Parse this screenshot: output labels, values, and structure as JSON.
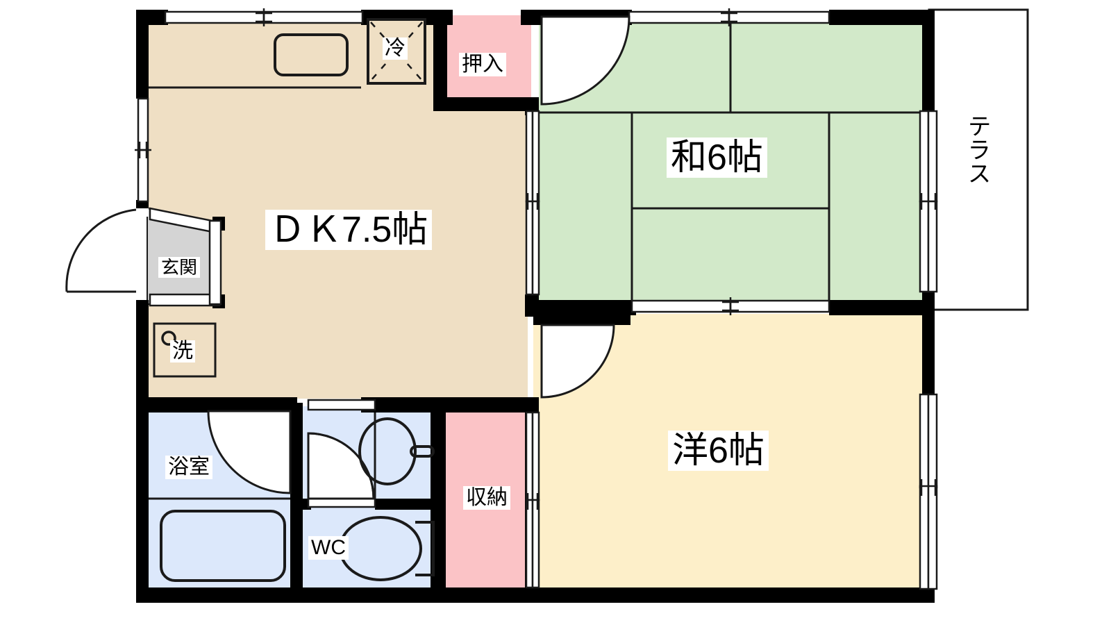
{
  "plan": {
    "title": "2DK apartment floor plan",
    "unit_type": "2DK",
    "colors": {
      "wall": "#000000",
      "dk_floor": "#EFDFC4",
      "tatami_floor": "#D2E9C9",
      "western_floor": "#FDEFC9",
      "closet_floor": "#FBC3C6",
      "water_floor": "#DCE8FB",
      "entrance_floor": "#D4D4D4",
      "outline": "#1a1a1a",
      "background": "#FFFFFF"
    },
    "rooms": [
      {
        "key": "dk",
        "label": "ＤＫ7.5帖",
        "size_text": "7.5帖",
        "font_size": 52
      },
      {
        "key": "washitsu",
        "label": "和6帖",
        "size_text": "6帖",
        "font_size": 52
      },
      {
        "key": "yoshitsu",
        "label": "洋6帖",
        "size_text": "6帖",
        "font_size": 52
      },
      {
        "key": "terrace",
        "label": "テラス",
        "size_text": "",
        "font_size": 34
      },
      {
        "key": "oshiire",
        "label": "押入",
        "size_text": "",
        "font_size": 30
      },
      {
        "key": "shuno",
        "label": "収納",
        "size_text": "",
        "font_size": 30
      },
      {
        "key": "yokushitsu",
        "label": "浴室",
        "size_text": "",
        "font_size": 30
      },
      {
        "key": "wc",
        "label": "WC",
        "size_text": "",
        "font_size": 30
      },
      {
        "key": "genkan",
        "label": "玄関",
        "size_text": "",
        "font_size": 26
      }
    ],
    "fixtures": [
      {
        "key": "refrigerator",
        "label": "冷",
        "description": "refrigerator space"
      },
      {
        "key": "washer",
        "label": "洗",
        "description": "washing machine space"
      },
      {
        "key": "sink_counter",
        "label": "",
        "description": "kitchen sink counter"
      },
      {
        "key": "bathtub",
        "label": "",
        "description": "bathtub"
      },
      {
        "key": "toilet",
        "label": "",
        "description": "toilet bowl"
      },
      {
        "key": "washbasin",
        "label": "",
        "description": "washbasin with faucet"
      }
    ],
    "labels": {
      "dk": "ＤＫ7.5帖",
      "washitsu": "和6帖",
      "yoshitsu": "洋6帖",
      "terrace": "テラス",
      "oshiire": "押入",
      "shuno": "収納",
      "yokushitsu": "浴室",
      "wc": "WC",
      "genkan": "玄関",
      "refrigerator": "冷",
      "washer": "洗"
    }
  }
}
